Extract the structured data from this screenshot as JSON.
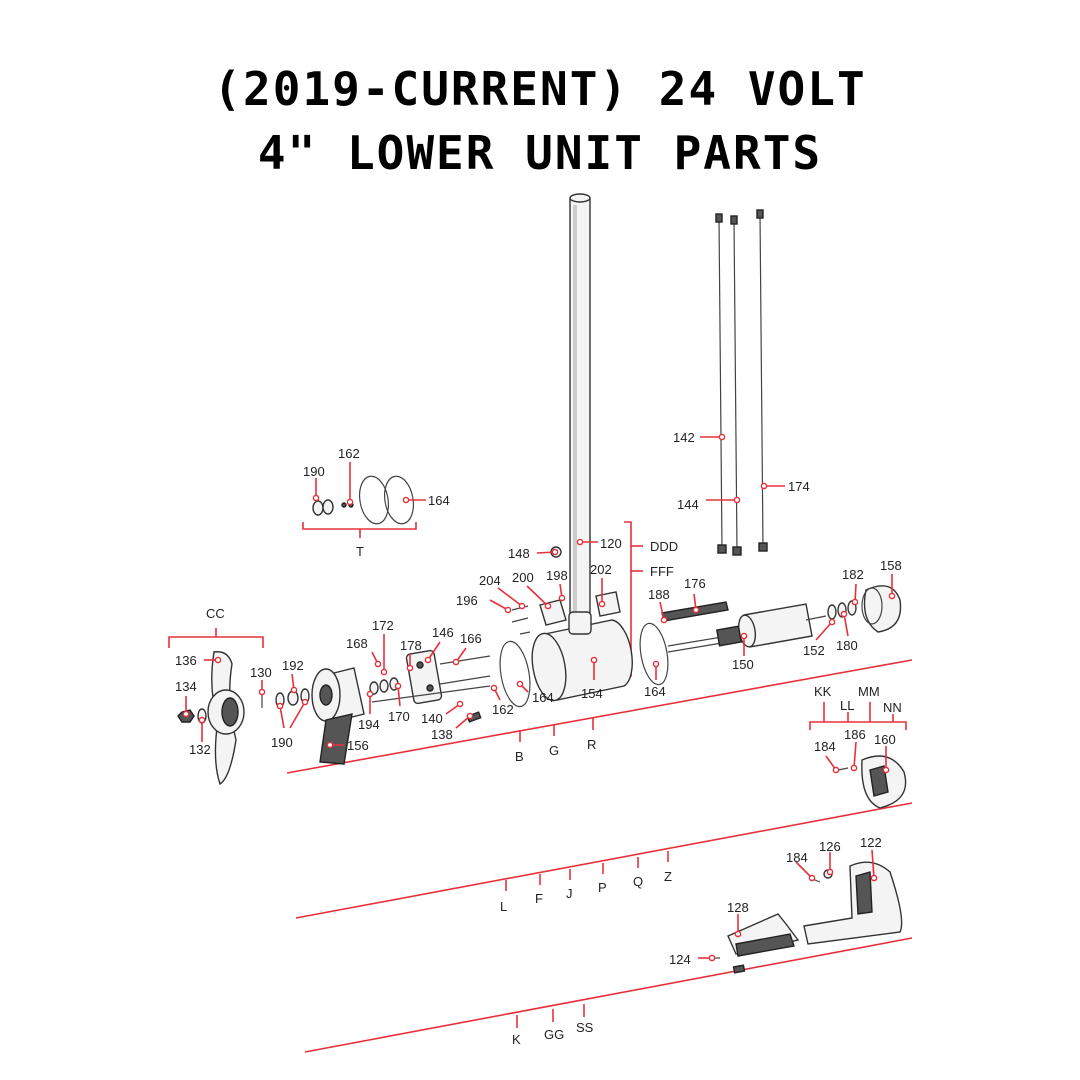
{
  "title": {
    "line1": "(2019-CURRENT) 24 VOLT",
    "line2": "4\" LOWER UNIT PARTS"
  },
  "callouts": {
    "c120": "120",
    "c122": "122",
    "c124": "124",
    "c126": "126",
    "c128": "128",
    "c130": "130",
    "c132": "132",
    "c134": "134",
    "c136": "136",
    "c138": "138",
    "c140": "140",
    "c142": "142",
    "c144": "144",
    "c146": "146",
    "c148": "148",
    "c150": "150",
    "c152": "152",
    "c154": "154",
    "c156": "156",
    "c158": "158",
    "c160": "160",
    "c162a": "162",
    "c162b": "162",
    "c164a": "164",
    "c164b": "164",
    "c164c": "164",
    "c166": "166",
    "c168": "168",
    "c170": "170",
    "c172": "172",
    "c174": "174",
    "c176": "176",
    "c178": "178",
    "c180": "180",
    "c182": "182",
    "c184a": "184",
    "c184b": "184",
    "c186": "186",
    "c188": "188",
    "c190a": "190",
    "c190b": "190",
    "c192": "192",
    "c194": "194",
    "c196": "196",
    "c198": "198",
    "c200": "200",
    "c202": "202",
    "c204": "204"
  },
  "groups": {
    "T": "T",
    "CC": "CC",
    "DDD": "DDD",
    "FFF": "FFF",
    "B": "B",
    "G": "G",
    "R": "R",
    "KK": "KK",
    "LL": "LL",
    "MM": "MM",
    "NN": "NN",
    "L": "L",
    "F": "F",
    "J": "J",
    "P": "P",
    "Q": "Q",
    "Z": "Z",
    "K": "K",
    "GG": "GG",
    "SS": "SS"
  }
}
